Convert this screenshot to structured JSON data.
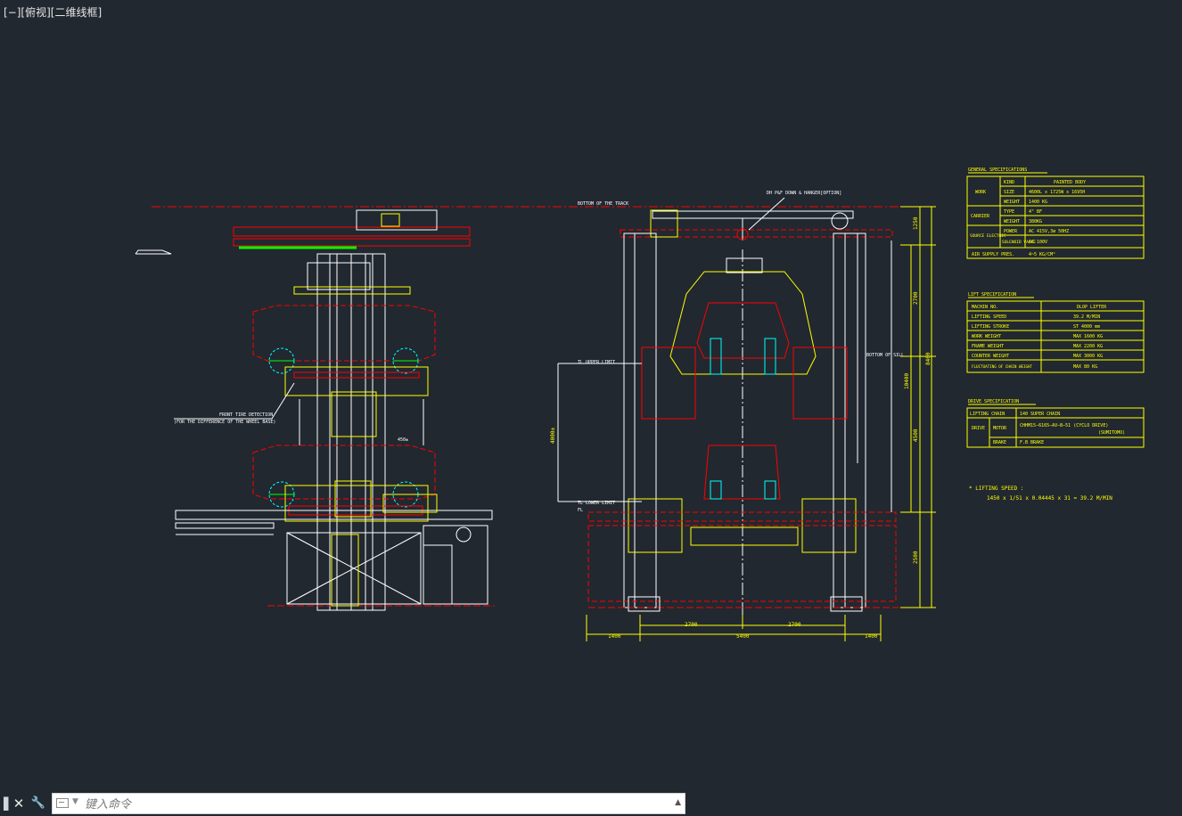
{
  "viewport": {
    "label": "[−][俯视][二维线框]"
  },
  "colors": {
    "background": "#212830",
    "yellow": "#ffff00",
    "red": "#ff0000",
    "white": "#ffffff",
    "green": "#00ff00",
    "cyan": "#00ffff"
  },
  "drawing": {
    "elevation_labels": {
      "bottom_of_track": "BOTTOM OF THE TRACK",
      "upper_limit": "TL UPPER LIMIT",
      "lower_limit": "TL LOWER LIMIT",
      "fl": "FL",
      "bottom_of_sill": "BOTTOM OF SILL",
      "hanger": "DH P&F DOWN & HANGER[OPTION]",
      "front_tire_1": "FRONT TIRE DETECTION",
      "front_tire_2": "(FOR THE DIFFERENCE OF THE WHEEL BASE)",
      "dim_450": "450±"
    },
    "dimensions": {
      "left_1400": "1400",
      "left_2700": "2700",
      "total_5400": "5400",
      "right_2700": "2700",
      "right_1400": "1400",
      "v_1250": "1250",
      "v_2700": "2700",
      "v_4500": "4500",
      "v_2500": "2500",
      "v_10400": "10400",
      "v_8400": "8400",
      "v_4000": "4000±"
    },
    "general_specifications": {
      "title": "GENERAL SPECIFICATIONS",
      "rows": [
        {
          "group": "WORK",
          "key": "KIND",
          "value": "PAINTED BODY"
        },
        {
          "group": "",
          "key": "SIZE",
          "value": "4600L x 1725W x 1695H"
        },
        {
          "group": "",
          "key": "WEIGHT",
          "value": "1400 KG"
        },
        {
          "group": "CARRIER",
          "key": "TYPE",
          "value": "4\" BF"
        },
        {
          "group": "",
          "key": "WEIGHT",
          "value": "380KG"
        },
        {
          "group": "SOURCE ELECTRIC",
          "key": "POWER",
          "value": "AC 415V,3ø 50HZ"
        },
        {
          "group": "",
          "key": "SOLENOID VALVE",
          "value": "AC 100V"
        },
        {
          "group": "AIR SUPPLY PRES.",
          "key": "",
          "value": "4~5 KG/CM²"
        }
      ]
    },
    "lift_specification": {
      "title": "LIFT SPECIFICATION",
      "rows": [
        {
          "key": "MACHIN NO.",
          "value": "DLOP LIFTER"
        },
        {
          "key": "LIFTING SPEED",
          "value": "39.2 M/MIN"
        },
        {
          "key": "LIFTING STROKE",
          "value": "ST 4000 mm"
        },
        {
          "key": "WORK WEIGHT",
          "value": "MAX 1600 KG"
        },
        {
          "key": "FRAME WEIGHT",
          "value": "MAX 2200 KG"
        },
        {
          "key": "COUNTER WEIGHT",
          "value": "MAX 3000 KG"
        },
        {
          "key": "FLUCTUATING OF CHAIN WEIGHT",
          "value": "MAX 80 KG"
        }
      ]
    },
    "drive_specification": {
      "title": "DRIVE SPECIFICATION",
      "lifting_chain_key": "LIFTING CHAIN",
      "lifting_chain_value": "140 SUPER CHAIN",
      "drive": "DRIVE",
      "motor": "MOTOR",
      "motor_value_1": "CHHM15—6165—AV—B—51    (CYCLO DRIVE)",
      "motor_value_2": "(SUMITOMO)",
      "brake": "BRAKE",
      "brake_value": "F.B BRAKE"
    },
    "lifting_note": {
      "line1": "* LIFTING SPEED :",
      "line2": "1450 x 1/51 x 0.04445 x 31 = 39.2 M/MIN"
    }
  },
  "command_bar": {
    "close_icon": "✕",
    "customize_icon": "🔧",
    "placeholder": "键入命令",
    "history_icon": "▲"
  }
}
